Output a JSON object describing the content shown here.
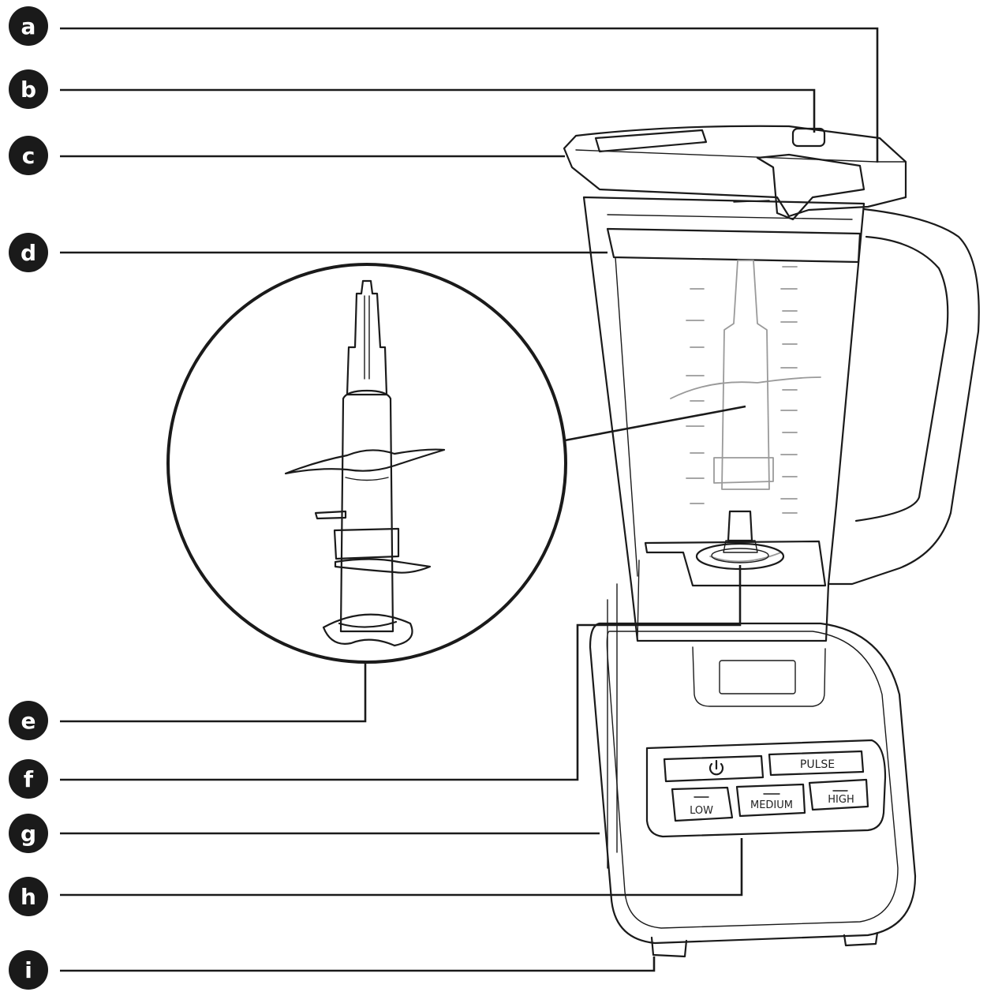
{
  "callouts": [
    {
      "id": "a",
      "label": "a"
    },
    {
      "id": "b",
      "label": "b"
    },
    {
      "id": "c",
      "label": "c"
    },
    {
      "id": "d",
      "label": "d"
    },
    {
      "id": "e",
      "label": "e"
    },
    {
      "id": "f",
      "label": "f"
    },
    {
      "id": "g",
      "label": "g"
    },
    {
      "id": "h",
      "label": "h"
    },
    {
      "id": "i",
      "label": "i"
    }
  ],
  "control_panel": {
    "power_icon": "power-icon",
    "pulse": "PULSE",
    "low": "LOW",
    "medium": "MEDIUM",
    "high": "HIGH"
  },
  "colors": {
    "line": "#1a1a1a",
    "badge": "#1a1a1a",
    "faint": "#9a9a9a"
  }
}
